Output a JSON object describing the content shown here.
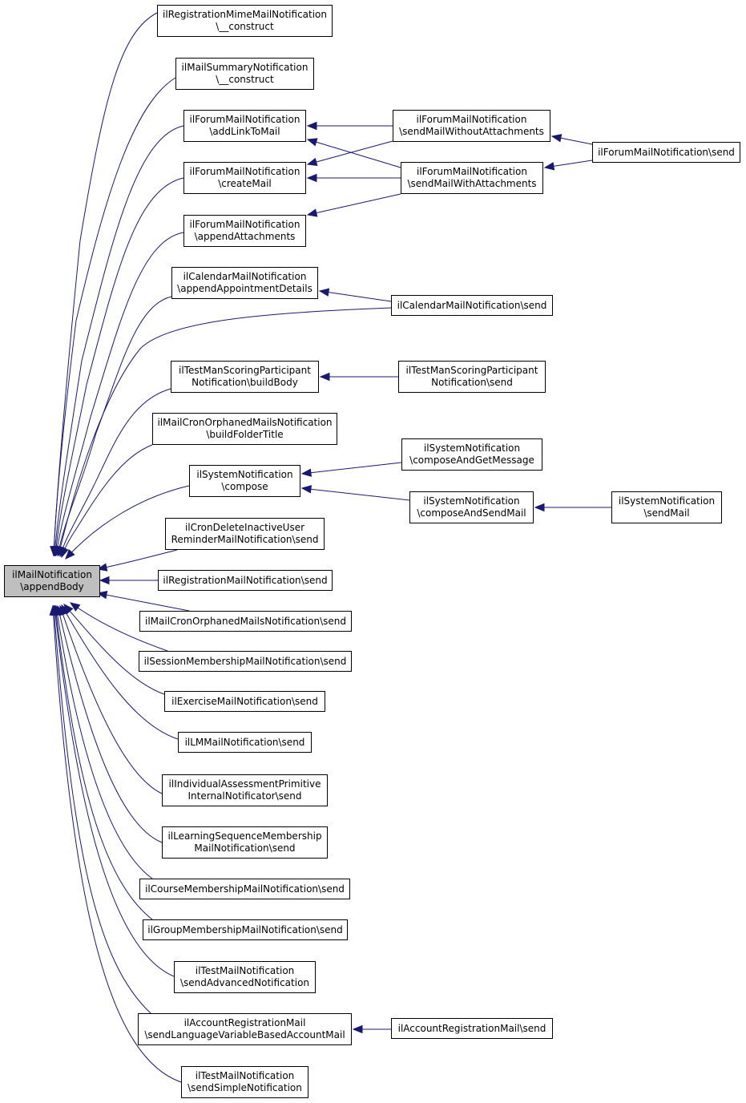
{
  "colors": {
    "edge": "#191970",
    "node_border": "#000000",
    "focus_fill": "#bfbfbf"
  },
  "nodes": {
    "n0": [
      "ilMailNotification",
      "\\appendBody"
    ],
    "n1": [
      "ilRegistrationMimeMailNotification",
      "\\__construct"
    ],
    "n2": [
      "ilMailSummaryNotification",
      "\\__construct"
    ],
    "n3": [
      "ilForumMailNotification",
      "\\addLinkToMail"
    ],
    "n4": [
      "ilForumMailNotification",
      "\\sendMailWithoutAttachments"
    ],
    "n5": [
      "ilForumMailNotification\\send"
    ],
    "n6": [
      "ilForumMailNotification",
      "\\createMail"
    ],
    "n7": [
      "ilForumMailNotification",
      "\\sendMailWithAttachments"
    ],
    "n8": [
      "ilForumMailNotification",
      "\\appendAttachments"
    ],
    "n9": [
      "ilCalendarMailNotification",
      "\\appendAppointmentDetails"
    ],
    "n10": [
      "ilCalendarMailNotification\\send"
    ],
    "n11": [
      "ilTestManScoringParticipant",
      "Notification\\buildBody"
    ],
    "n12": [
      "ilTestManScoringParticipant",
      "Notification\\send"
    ],
    "n13": [
      "ilMailCronOrphanedMailsNotification",
      "\\buildFolderTitle"
    ],
    "n14": [
      "ilSystemNotification",
      "\\composeAndGetMessage"
    ],
    "n15": [
      "ilSystemNotification",
      "\\compose"
    ],
    "n16": [
      "ilSystemNotification",
      "\\composeAndSendMail"
    ],
    "n17": [
      "ilSystemNotification",
      "\\sendMail"
    ],
    "n18": [
      "ilCronDeleteInactiveUser",
      "ReminderMailNotification\\send"
    ],
    "n19": [
      "ilRegistrationMailNotification\\send"
    ],
    "n20": [
      "ilMailCronOrphanedMailsNotification\\send"
    ],
    "n21": [
      "ilSessionMembershipMailNotification\\send"
    ],
    "n22": [
      "ilExerciseMailNotification\\send"
    ],
    "n23": [
      "ilLMMailNotification\\send"
    ],
    "n24": [
      "ilIndividualAssessmentPrimitive",
      "InternalNotificator\\send"
    ],
    "n25": [
      "ilLearningSequenceMembership",
      "MailNotification\\send"
    ],
    "n26": [
      "ilCourseMembershipMailNotification\\send"
    ],
    "n27": [
      "ilGroupMembershipMailNotification\\send"
    ],
    "n28": [
      "ilTestMailNotification",
      "\\sendAdvancedNotification"
    ],
    "n29": [
      "ilAccountRegistrationMail",
      "\\sendLanguageVariableBasedAccountMail"
    ],
    "n30": [
      "ilAccountRegistrationMail\\send"
    ],
    "n31": [
      "ilTestMailNotification",
      "\\sendSimpleNotification"
    ]
  }
}
